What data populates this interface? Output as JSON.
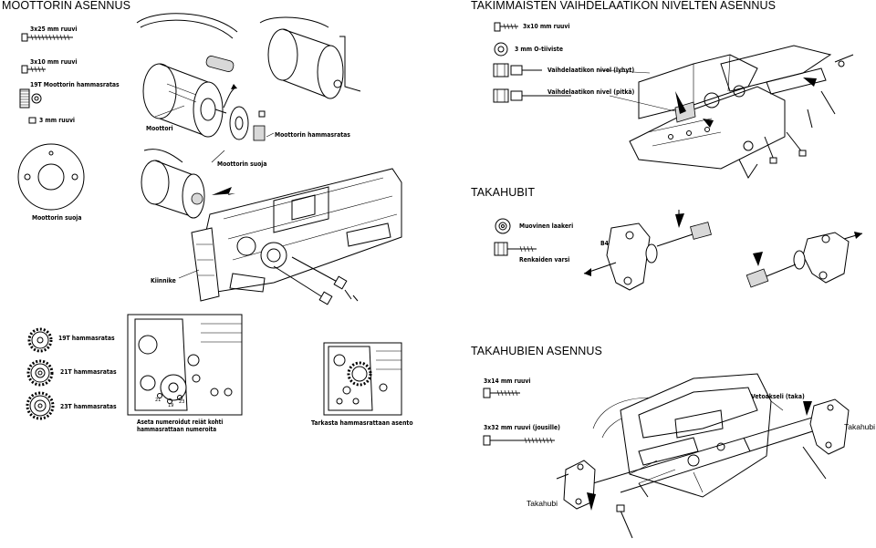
{
  "headings": {
    "motor": "MOOTTORIN ASENNUS",
    "rear_gearbox": "TAKIMMAISTEN VAIHDELAATIKON NIVELTEN ASENNUS",
    "rear_hubs": "TAKAHUBIT",
    "rear_hubs_install": "TAKAHUBIEN ASENNUS"
  },
  "motor_parts": {
    "screw_3x25": "3x25 mm ruuvi",
    "screw_3x10": "3x10 mm ruuvi",
    "pinion_19t": "19T Moottorin hammasratas",
    "nut_3mm": "3 mm ruuvi",
    "motor_guard": "Moottorin suoja"
  },
  "motor_callouts": {
    "motor": "Moottori",
    "motor_pinion": "Moottorin hammasratas",
    "motor_guard": "Moottorin suoja",
    "mount": "Kiinnike"
  },
  "gears": {
    "g19": "19T hammasratas",
    "g21": "21T hammasratas",
    "g23": "23T hammasratas",
    "note_align": "Aseta numeroidut reiät kohti hammasrattaan numeroita",
    "note_check": "Tarkasta hammasrattaan asento",
    "hole_numbers": [
      "21",
      "19",
      "23"
    ]
  },
  "gearbox_parts": {
    "screw_3x10": "3x10 mm ruuvi",
    "oring_3mm": "3 mm O-tiiviste",
    "joint_short": "Vaihdelaatikon nivel (lyhyt)",
    "joint_long": "Vaihdelaatikon nivel (pitkä)"
  },
  "hub_parts": {
    "bearing": "Muovinen laakeri",
    "wheel_axle": "Renkaiden varsi",
    "b4": "B4"
  },
  "hub_install_parts": {
    "screw_3x14": "3x14 mm ruuvi",
    "screw_3x32": "3x32 mm ruuvi (jousille)",
    "driveshaft": "Vetoakseli (taka)",
    "hub_right": "Takahubi",
    "hub_left": "Takahubi"
  }
}
